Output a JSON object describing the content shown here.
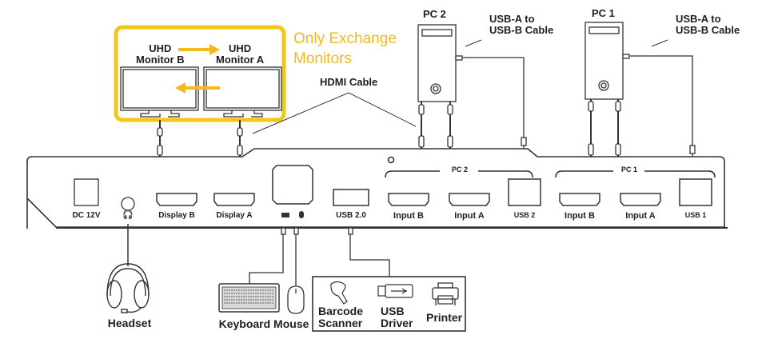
{
  "colors": {
    "highlight": "#f5c518",
    "highlight_text": "#f5b820",
    "line": "#333333"
  },
  "monitors": {
    "monitor_b": "UHD\nMonitor B",
    "monitor_b_line1": "UHD",
    "monitor_b_line2": "Monitor B",
    "monitor_a_line1": "UHD",
    "monitor_a_line2": "Monitor A",
    "note_line1": "Only Exchange",
    "note_line2": "Monitors"
  },
  "cables": {
    "hdmi": "HDMI Cable",
    "usb_pc2_line1": "USB-A to",
    "usb_pc2_line2": "USB-B Cable",
    "usb_pc1_line1": "USB-A to",
    "usb_pc1_line2": "USB-B Cable"
  },
  "pcs": {
    "pc2": "PC 2",
    "pc1": "PC 1"
  },
  "ports": {
    "dc": "DC 12V",
    "headphone_icon": "headphone-icon",
    "display_b": "Display B",
    "display_a": "Display A",
    "usb20": "USB 2.0",
    "pc2_group": "PC 2",
    "pc2_input_b": "Input B",
    "pc2_input_a": "Input A",
    "pc2_usb": "USB 2",
    "pc1_group": "PC 1",
    "pc1_input_b": "Input B",
    "pc1_input_a": "Input A",
    "pc1_usb": "USB 1"
  },
  "peripherals": {
    "headset": "Headset",
    "keyboard_mouse": "Keyboard Mouse",
    "barcode_line1": "Barcode",
    "barcode_line2": "Scanner",
    "usb_driver_line1": "USB",
    "usb_driver_line2": "Driver",
    "printer": "Printer"
  }
}
